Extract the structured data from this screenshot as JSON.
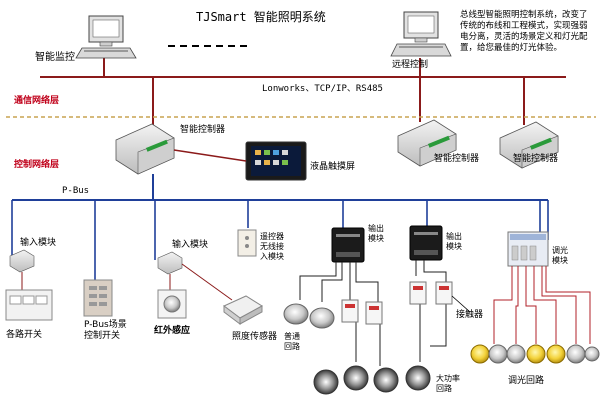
{
  "title": "TJSmart 智能照明系统",
  "description": "总线型智能照明控制系统，改变了传统的布线和工程模式，实现强弱电分离，灵活的场景定义和灯光配置，给您最佳的灯光体验。",
  "layers": {
    "comm": "通信网络层",
    "control": "控制网络层"
  },
  "network_label": "Lonworks、TCP/IP、RS485",
  "bus_label": "P-Bus",
  "nodes": {
    "monitor": "智能监控",
    "remote": "远程控制",
    "controller_main": "智能控制器",
    "controller_2": "智能控制器",
    "controller_3": "智能控制器",
    "lcd": "液晶触摸屏",
    "input_module_1": "输入模块",
    "input_module_2": "输入模块",
    "switches": "各路开关",
    "pbus_panel": "P-Bus场景\n控制开关",
    "infrared": "红外感应",
    "light_sensor": "照度传感器",
    "wireless": "遥控器\n无线接\n入模块",
    "output_1": "输出\n模块",
    "output_2": "输出\n模块",
    "dimmer": "调光\n模块",
    "normal_circuit": "普通\n回路",
    "contactor": "接触器",
    "high_power": "大功率\n回路",
    "dim_circuit": "调光回路"
  },
  "colors": {
    "comm_line": "#8b1a1a",
    "bus_line": "#1f3f99",
    "layer_divider": "#c8a450",
    "layer_text": "#c0001a"
  }
}
